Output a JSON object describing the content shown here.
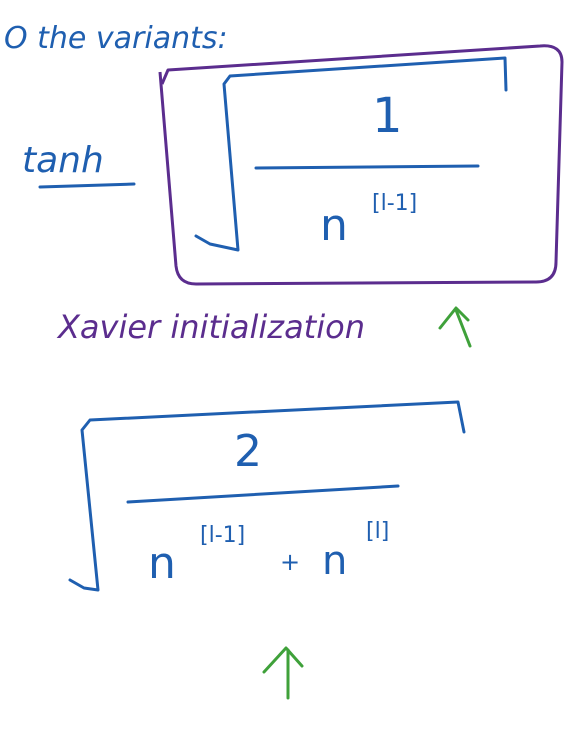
{
  "heading": {
    "text": "O the variants:"
  },
  "activation_label": {
    "text": "tanh"
  },
  "formula_1": {
    "numerator": "1",
    "base": "n",
    "superscript": "[l-1]"
  },
  "caption": {
    "text": "Xavier initialization"
  },
  "formula_2": {
    "numerator": "2",
    "term1_base": "n",
    "term1_superscript": "[l-1]",
    "plus": "+",
    "term2_base": "n",
    "term2_superscript": "[l]"
  },
  "colors": {
    "blue": "#1f5fb0",
    "purple": "#5b2d8e",
    "green": "#3fa13a"
  },
  "icons": [
    "up-arrow-icon",
    "up-arrow-icon"
  ]
}
